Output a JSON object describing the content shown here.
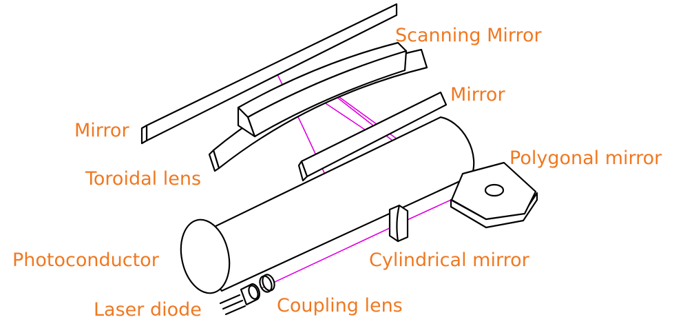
{
  "labels": {
    "scanning_mirror": "Scanning Mirror",
    "mirror_top": "Mirror",
    "mirror_left": "Mirror",
    "toroidal_lens": "Toroidal lens",
    "polygonal_mirror": "Polygonal mirror",
    "photoconductor": "Photoconductor",
    "cylindrical_mirror": "Cylindrical mirror",
    "laser_diode": "Laser diode",
    "coupling_lens": "Coupling lens"
  },
  "colors": {
    "label": "#f07820",
    "beam": "#e000e0",
    "line": "#000000"
  }
}
